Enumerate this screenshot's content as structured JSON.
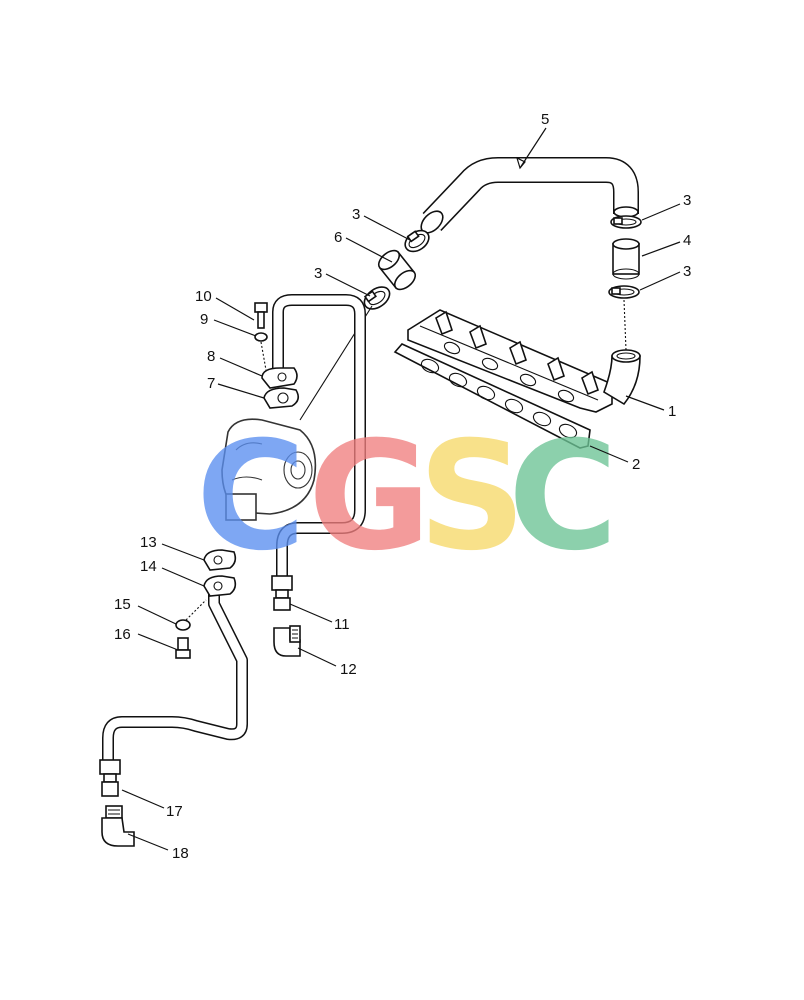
{
  "watermark": {
    "letters": [
      "C",
      "G",
      "S",
      "C"
    ],
    "colors": [
      "#5b8ff0",
      "#f07f7f",
      "#f7d96a",
      "#6cc495"
    ]
  },
  "callouts": {
    "c1": "1",
    "c2": "2",
    "c3a": "3",
    "c3b": "3",
    "c3c": "3",
    "c3d": "3",
    "c4": "4",
    "c5": "5",
    "c6": "6",
    "c7": "7",
    "c8": "8",
    "c9": "9",
    "c10": "10",
    "c11": "11",
    "c12": "12",
    "c13": "13",
    "c14": "14",
    "c15": "15",
    "c16": "16",
    "c17": "17",
    "c18": "18"
  }
}
